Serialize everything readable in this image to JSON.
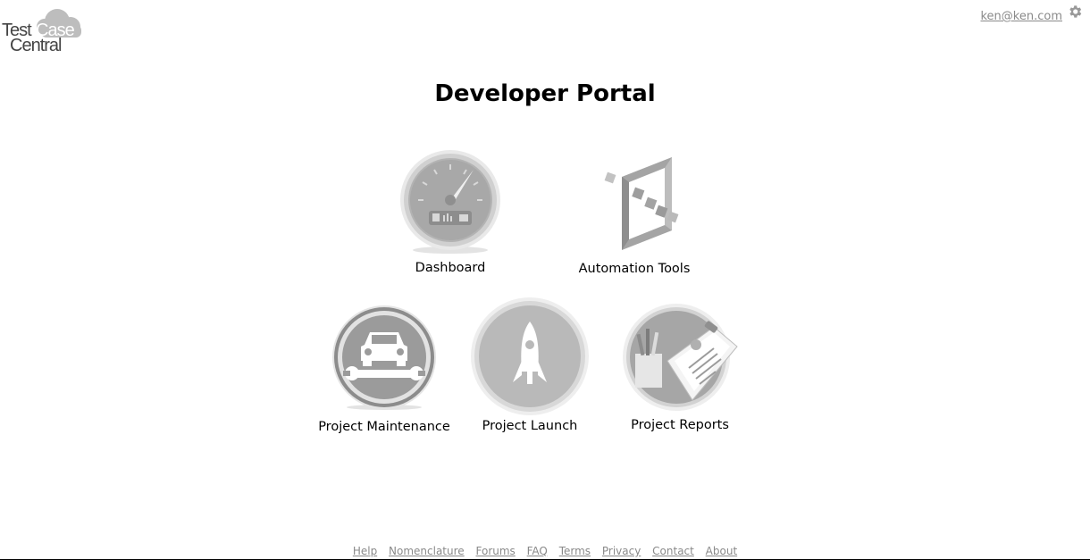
{
  "header": {
    "logo_text_line1": "TestCase",
    "logo_text_line2": "Central",
    "user_email": "ken@ken.com",
    "settings_icon": "gear-icon"
  },
  "main": {
    "title": "Developer Portal",
    "tiles": [
      {
        "label": "Dashboard",
        "icon": "speedometer-icon"
      },
      {
        "label": "Automation Tools",
        "icon": "cube-frame-icon"
      },
      {
        "label": "Project Maintenance",
        "icon": "car-wrench-icon"
      },
      {
        "label": "Project Launch",
        "icon": "rocket-icon"
      },
      {
        "label": "Project Reports",
        "icon": "clipboard-reports-icon"
      }
    ]
  },
  "footer": {
    "links": [
      "Help",
      "Nomenclature",
      "Forums",
      "FAQ",
      "Terms",
      "Privacy",
      "Contact",
      "About"
    ]
  },
  "colors": {
    "link_gray": "#8a8a8a",
    "icon_gray": "#a9a9a9"
  }
}
